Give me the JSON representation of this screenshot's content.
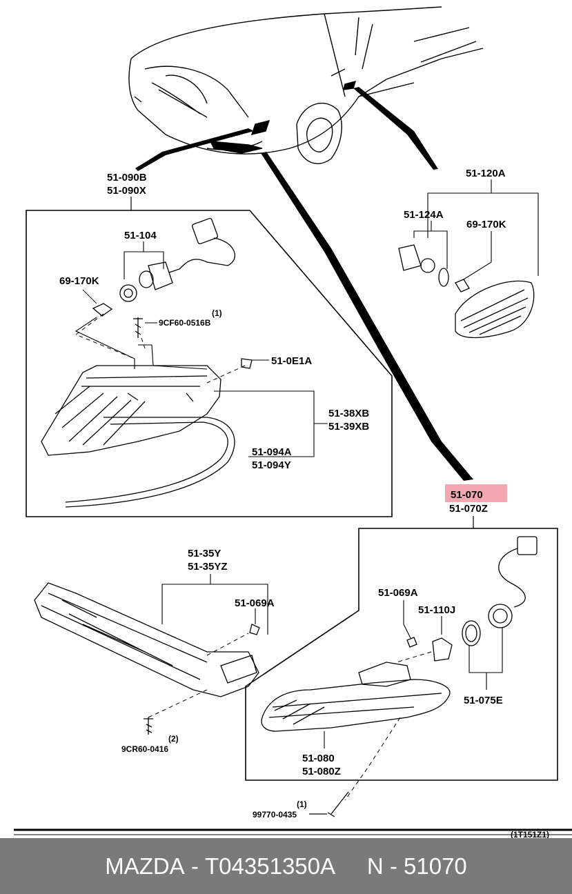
{
  "parts": {
    "upper_left_group": [
      "51-090B",
      "51-090X"
    ],
    "p51_104": "51-104",
    "p69_170k_left": "69-170K",
    "screw_left_qty": "(1)",
    "screw_left": "9CF60-0516B",
    "p51_0e1a": "51-0E1A",
    "lens_group": [
      "51-38XB",
      "51-39XB"
    ],
    "gasket_group": [
      "51-094A",
      "51-094Y"
    ],
    "side_group": "51-120A",
    "p51_124a": "51-124A",
    "p69_170k_right": "69-170K",
    "highlight_part": "51-070",
    "highlight_part_alt": "51-070Z",
    "clear_lens_group": [
      "51-35Y",
      "51-35YZ"
    ],
    "p51_069a_left": "51-069A",
    "screw_bottom_qty": "(2)",
    "screw_bottom": "9CR60-0416",
    "p51_069a_right": "51-069A",
    "p51_110j": "51-110J",
    "p51_075e": "51-075E",
    "housing_group": [
      "51-080",
      "51-080Z"
    ],
    "screw_last_qty": "(1)",
    "screw_last": "99770-0435",
    "corner_code": "(1T151Z1)"
  },
  "colors": {
    "highlight": "#f4a7b0",
    "highlight_text": "#c8102e",
    "footer_bg": "#7a7a7a"
  },
  "footer": {
    "brand": "MAZDA",
    "catalog": "T04351350A",
    "part": "N - 51070"
  }
}
